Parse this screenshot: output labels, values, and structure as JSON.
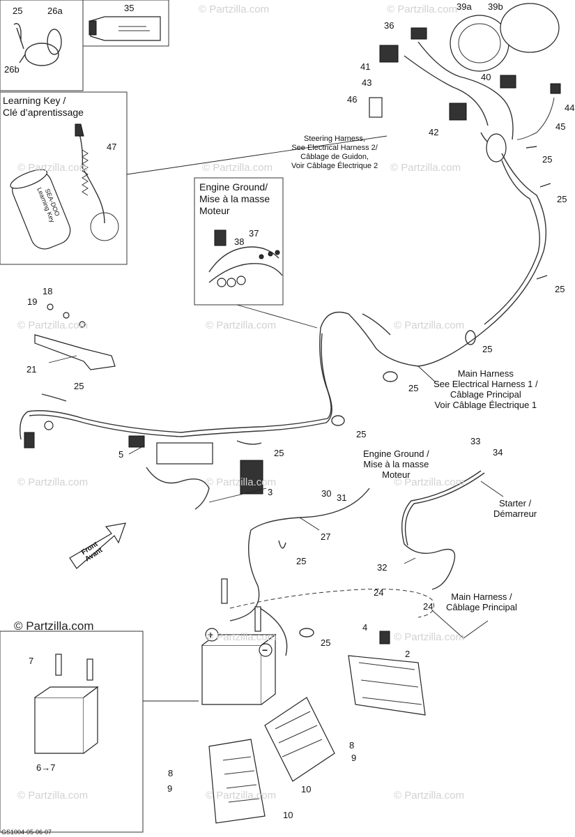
{
  "labels": {
    "n25a": "25",
    "n26a": "26a",
    "n26b": "26b",
    "n35": "35",
    "n39a": "39a",
    "n39b": "39b",
    "n36": "36",
    "n41": "41",
    "n43": "43",
    "n46": "46",
    "n40": "40",
    "n44": "44",
    "n45": "45",
    "n42": "42",
    "n47": "47",
    "n37": "37",
    "n38": "38",
    "n18": "18",
    "n19": "19",
    "n21": "21",
    "n5": "5",
    "n3": "3",
    "n33": "33",
    "n34": "34",
    "n30": "30",
    "n31": "31",
    "n27": "27",
    "n32": "32",
    "n24a": "24",
    "n24b": "24",
    "n4": "4",
    "n2": "2",
    "n7": "7",
    "n67": "6→7",
    "n8a": "8",
    "n9a": "9",
    "n8b": "8",
    "n9b": "9",
    "n10a": "10",
    "n10b": "10",
    "n25b": "25",
    "n25c": "25",
    "n25d": "25",
    "n25e": "25",
    "n25f": "25",
    "n25g": "25",
    "n25h": "25",
    "n25i": "25",
    "n25j": "25",
    "n25k": "25",
    "n25l": "25",
    "n25m": "25"
  },
  "callouts": {
    "learning_key": "Learning Key /\nClé d’aprentissage",
    "engine_ground_box": "Engine Ground/\nMise à la masse\nMoteur",
    "steering_harness": "Steering Harness,\nSee Electrical Harness 2/\nCâblage de Guidon,\nVoir Câblage Électrique 2",
    "main_harness_1": "Main Harness\nSee Electrical Harness 1 /\nCâblage Principal\nVoir Câblage Électrique 1",
    "engine_ground": "Engine Ground /\nMise à la masse\nMoteur",
    "starter": "Starter /\nDémarreur",
    "main_harness_2": "Main Harness /\nCâblage Principal",
    "front": "Front\nAvant",
    "plus": "+",
    "minus": "−"
  },
  "watermark": "© Partzilla.com",
  "document_id": "GS1004-05-06-07",
  "key_text": "SEA-DOO\nLearning Key"
}
